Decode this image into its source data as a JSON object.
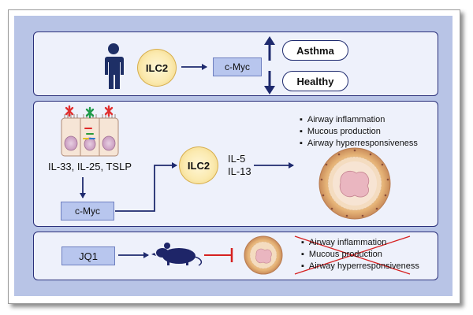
{
  "top": {
    "ilc2": "ILC2",
    "cmyc": "c-Myc",
    "asthma": "Asthma",
    "healthy": "Healthy"
  },
  "middle": {
    "cytokines": "IL-33, IL-25, TSLP",
    "cmyc": "c-Myc",
    "ilc2": "ILC2",
    "il5": "IL-5",
    "il13": "IL-13",
    "effects": [
      "Airway inflammation",
      "Mucous production",
      "Airway hyperresponsiveness"
    ]
  },
  "bottom": {
    "drug": "JQ1",
    "effects": [
      "Airway inflammation",
      "Mucous production",
      "Airway hyperresponsiveness"
    ]
  },
  "colors": {
    "arrow": "#1e2a6e",
    "inhibit": "#d62020",
    "panel": "#eef1fb",
    "background": "#b8c4e6",
    "box": "#b8c6ee"
  }
}
